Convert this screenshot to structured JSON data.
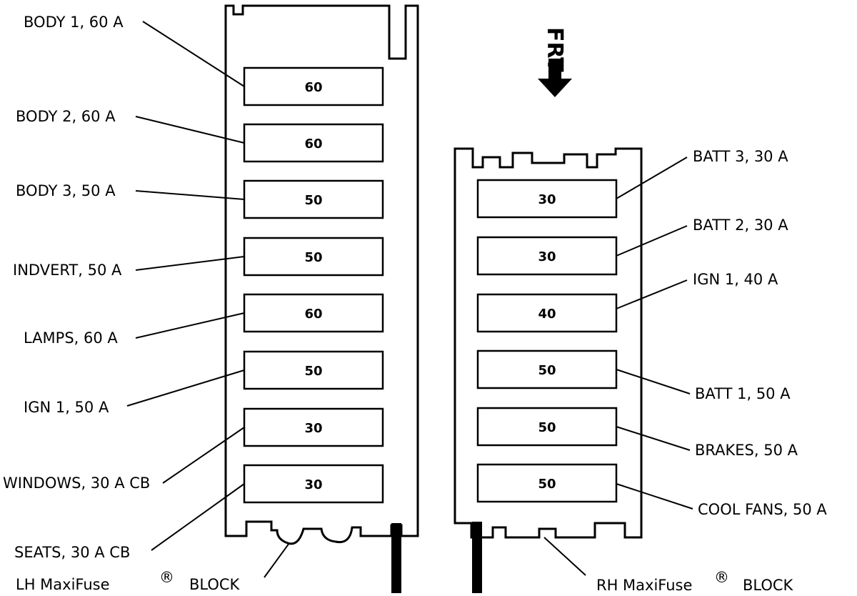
{
  "direction_marker": "FRT",
  "lh_block": {
    "name_prefix": "LH MaxiFuse",
    "reg_mark": "®",
    "name_suffix": "BLOCK",
    "fuses": [
      {
        "value": "60",
        "label": "BODY 1, 60 A"
      },
      {
        "value": "60",
        "label": "BODY 2, 60 A"
      },
      {
        "value": "50",
        "label": "BODY 3, 50 A"
      },
      {
        "value": "50",
        "label": "INDVERT, 50 A"
      },
      {
        "value": "60",
        "label": "LAMPS, 60 A"
      },
      {
        "value": "50",
        "label": "IGN 1, 50 A"
      },
      {
        "value": "30",
        "label": "WINDOWS, 30 A CB"
      },
      {
        "value": "30",
        "label": "SEATS, 30 A CB"
      }
    ]
  },
  "rh_block": {
    "name_prefix": "RH MaxiFuse",
    "reg_mark": "®",
    "name_suffix": "BLOCK",
    "fuses": [
      {
        "value": "30",
        "label": "BATT 3, 30 A"
      },
      {
        "value": "30",
        "label": "BATT 2, 30 A"
      },
      {
        "value": "40",
        "label": "IGN 1, 40 A"
      },
      {
        "value": "50",
        "label": "BATT 1, 50 A"
      },
      {
        "value": "50",
        "label": "BRAKES, 50 A"
      },
      {
        "value": "50",
        "label": "COOL FANS, 50 A"
      }
    ]
  }
}
